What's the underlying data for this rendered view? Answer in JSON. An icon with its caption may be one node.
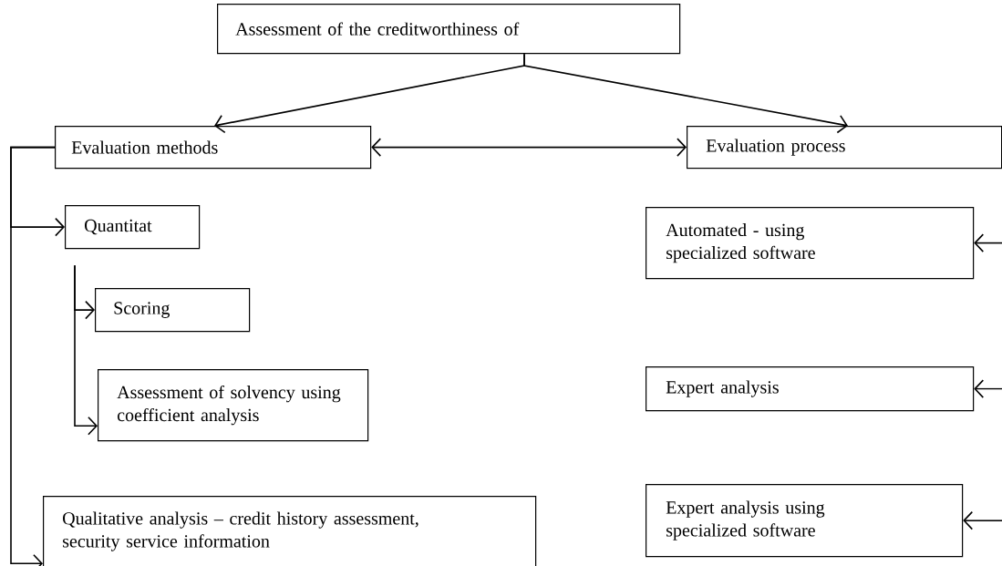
{
  "diagram": {
    "nodes": [
      {
        "text": [
          "Assessment of the creditworthiness of"
        ]
      },
      {
        "text": [
          "Evaluation methods"
        ]
      },
      {
        "text": [
          "Evaluation process"
        ]
      },
      {
        "text": [
          "Quantitat"
        ]
      },
      {
        "text": [
          "Scoring"
        ]
      },
      {
        "text": [
          "Assessment of solvency using coefficient analysis"
        ]
      },
      {
        "text": [
          "Qualitative analysis – credit history assessment, security service information"
        ]
      },
      {
        "text": [
          "Automated - using specialized software"
        ]
      },
      {
        "text": [
          "Expert analysis"
        ]
      },
      {
        "text": [
          "Expert analysis using specialized software"
        ]
      }
    ],
    "edges": [
      {
        "from": 0,
        "to": 1,
        "arrow": "to"
      },
      {
        "from": 0,
        "to": 2,
        "arrow": "to"
      },
      {
        "from": 1,
        "to": 2,
        "arrow": "both"
      },
      {
        "from": 1,
        "to": 3,
        "arrow": "to"
      },
      {
        "from": 1,
        "to": 6,
        "arrow": "to"
      },
      {
        "from": 3,
        "to": 4,
        "arrow": "to"
      },
      {
        "from": 3,
        "to": 5,
        "arrow": "to"
      },
      {
        "from": null,
        "to": 7,
        "arrow": "to"
      },
      {
        "from": null,
        "to": 8,
        "arrow": "to"
      },
      {
        "from": null,
        "to": 9,
        "arrow": "to"
      }
    ]
  }
}
